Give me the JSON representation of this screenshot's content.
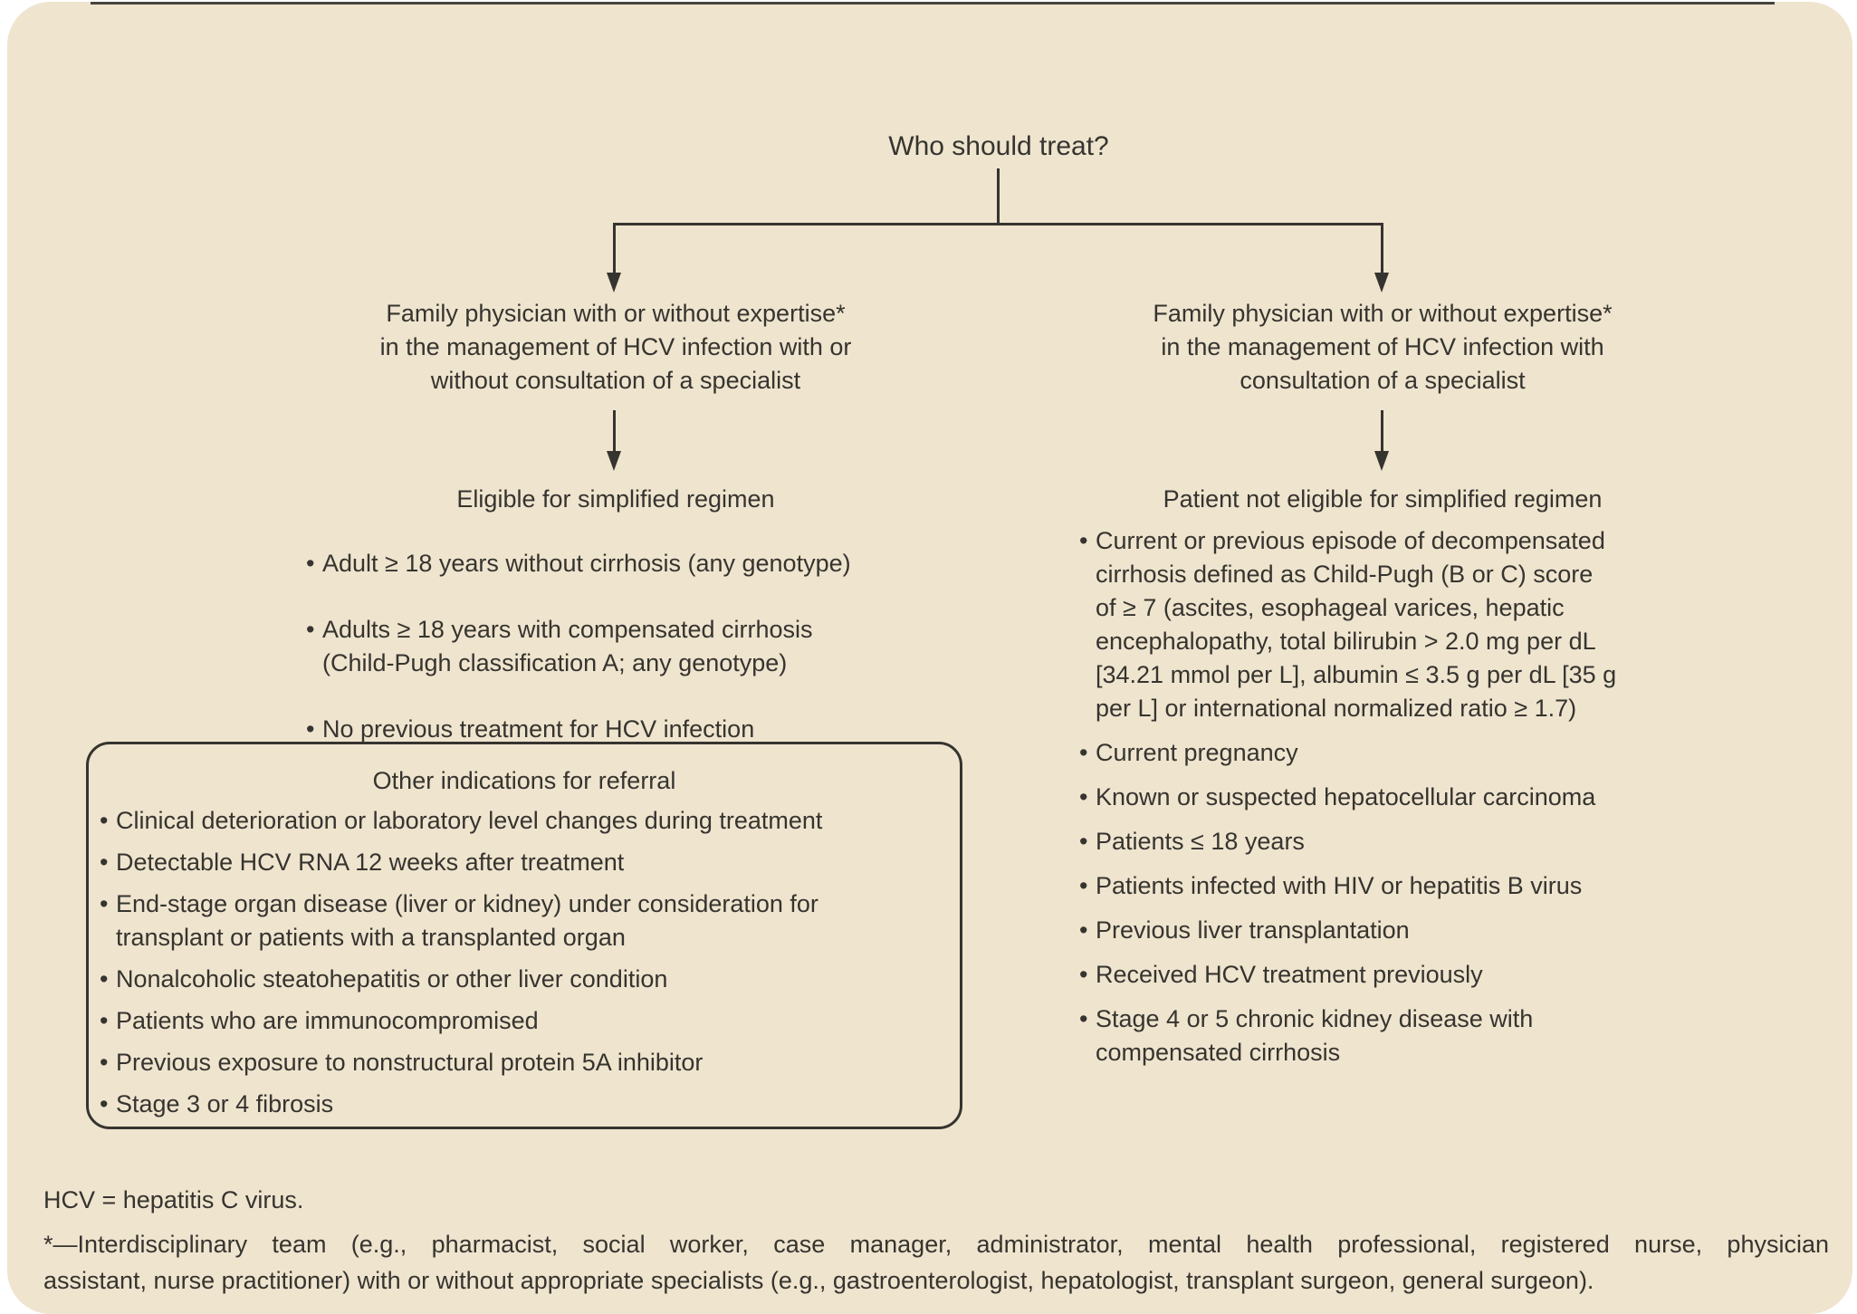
{
  "bullet": "•",
  "colors": {
    "background": "#EFE4CE",
    "ink": "#36342F",
    "page": "#FFFFFF"
  },
  "figure": {
    "title": "Who should treat?",
    "left_branch": {
      "lines": [
        "Family physician with or without expertise*",
        "in the management of HCV infection with or",
        "without consultation of a specialist"
      ]
    },
    "right_branch": {
      "lines": [
        "Family physician with or without expertise*",
        "in the management of HCV infection with",
        "consultation of a specialist"
      ]
    },
    "left_list": {
      "heading": "Eligible for simplified regimen",
      "items": [
        {
          "lines": [
            "Adult ≥ 18 years without cirrhosis (any genotype)"
          ]
        },
        {
          "lines": [
            "Adults ≥ 18 years with compensated cirrhosis",
            "(Child-Pugh classification A; any genotype)"
          ]
        },
        {
          "lines": [
            "No previous treatment for HCV infection"
          ]
        }
      ]
    },
    "right_list": {
      "heading": "Patient not eligible for simplified regimen",
      "items": [
        {
          "lines": [
            "Current or previous episode of decompensated",
            "cirrhosis defined as Child-Pugh (B or C) score",
            "of ≥ 7 (ascites, esophageal varices, hepatic",
            "encephalopathy, total bilirubin > 2.0 mg per dL",
            "[34.21 mmol per L], albumin ≤ 3.5 g per dL [35 g",
            "per L] or international normalized ratio ≥ 1.7)"
          ]
        },
        {
          "lines": [
            "Current pregnancy"
          ]
        },
        {
          "lines": [
            "Known or suspected hepatocellular carcinoma"
          ]
        },
        {
          "lines": [
            "Patients ≤ 18 years"
          ]
        },
        {
          "lines": [
            "Patients infected with HIV or hepatitis B virus"
          ]
        },
        {
          "lines": [
            "Previous liver transplantation"
          ]
        },
        {
          "lines": [
            "Received HCV treatment previously"
          ]
        },
        {
          "lines": [
            "Stage 4 or 5 chronic kidney disease with",
            "compensated cirrhosis"
          ]
        }
      ]
    },
    "referral_box": {
      "heading": "Other indications for referral",
      "items": [
        {
          "lines": [
            "Clinical deterioration or laboratory level changes during treatment"
          ]
        },
        {
          "lines": [
            "Detectable HCV RNA 12 weeks after treatment"
          ]
        },
        {
          "lines": [
            "End-stage organ disease (liver or kidney) under consideration for",
            "transplant or patients with a transplanted organ"
          ]
        },
        {
          "lines": [
            "Nonalcoholic steatohepatitis or other liver condition"
          ]
        },
        {
          "lines": [
            "Patients who are immunocompromised"
          ]
        },
        {
          "lines": [
            "Previous exposure to nonstructural protein 5A inhibitor"
          ]
        },
        {
          "lines": [
            "Stage 3 or 4 fibrosis"
          ]
        }
      ]
    },
    "footnotes": {
      "abbreviation": "HCV = hepatitis C virus.",
      "asterisk_lines": [
        "*—Interdisciplinary team (e.g., pharmacist, social worker, case manager, administrator, mental health professional, registered nurse, physician",
        "assistant, nurse practitioner) with or without appropriate specialists (e.g., gastroenterologist, hepatologist, transplant surgeon, general surgeon)."
      ]
    }
  }
}
